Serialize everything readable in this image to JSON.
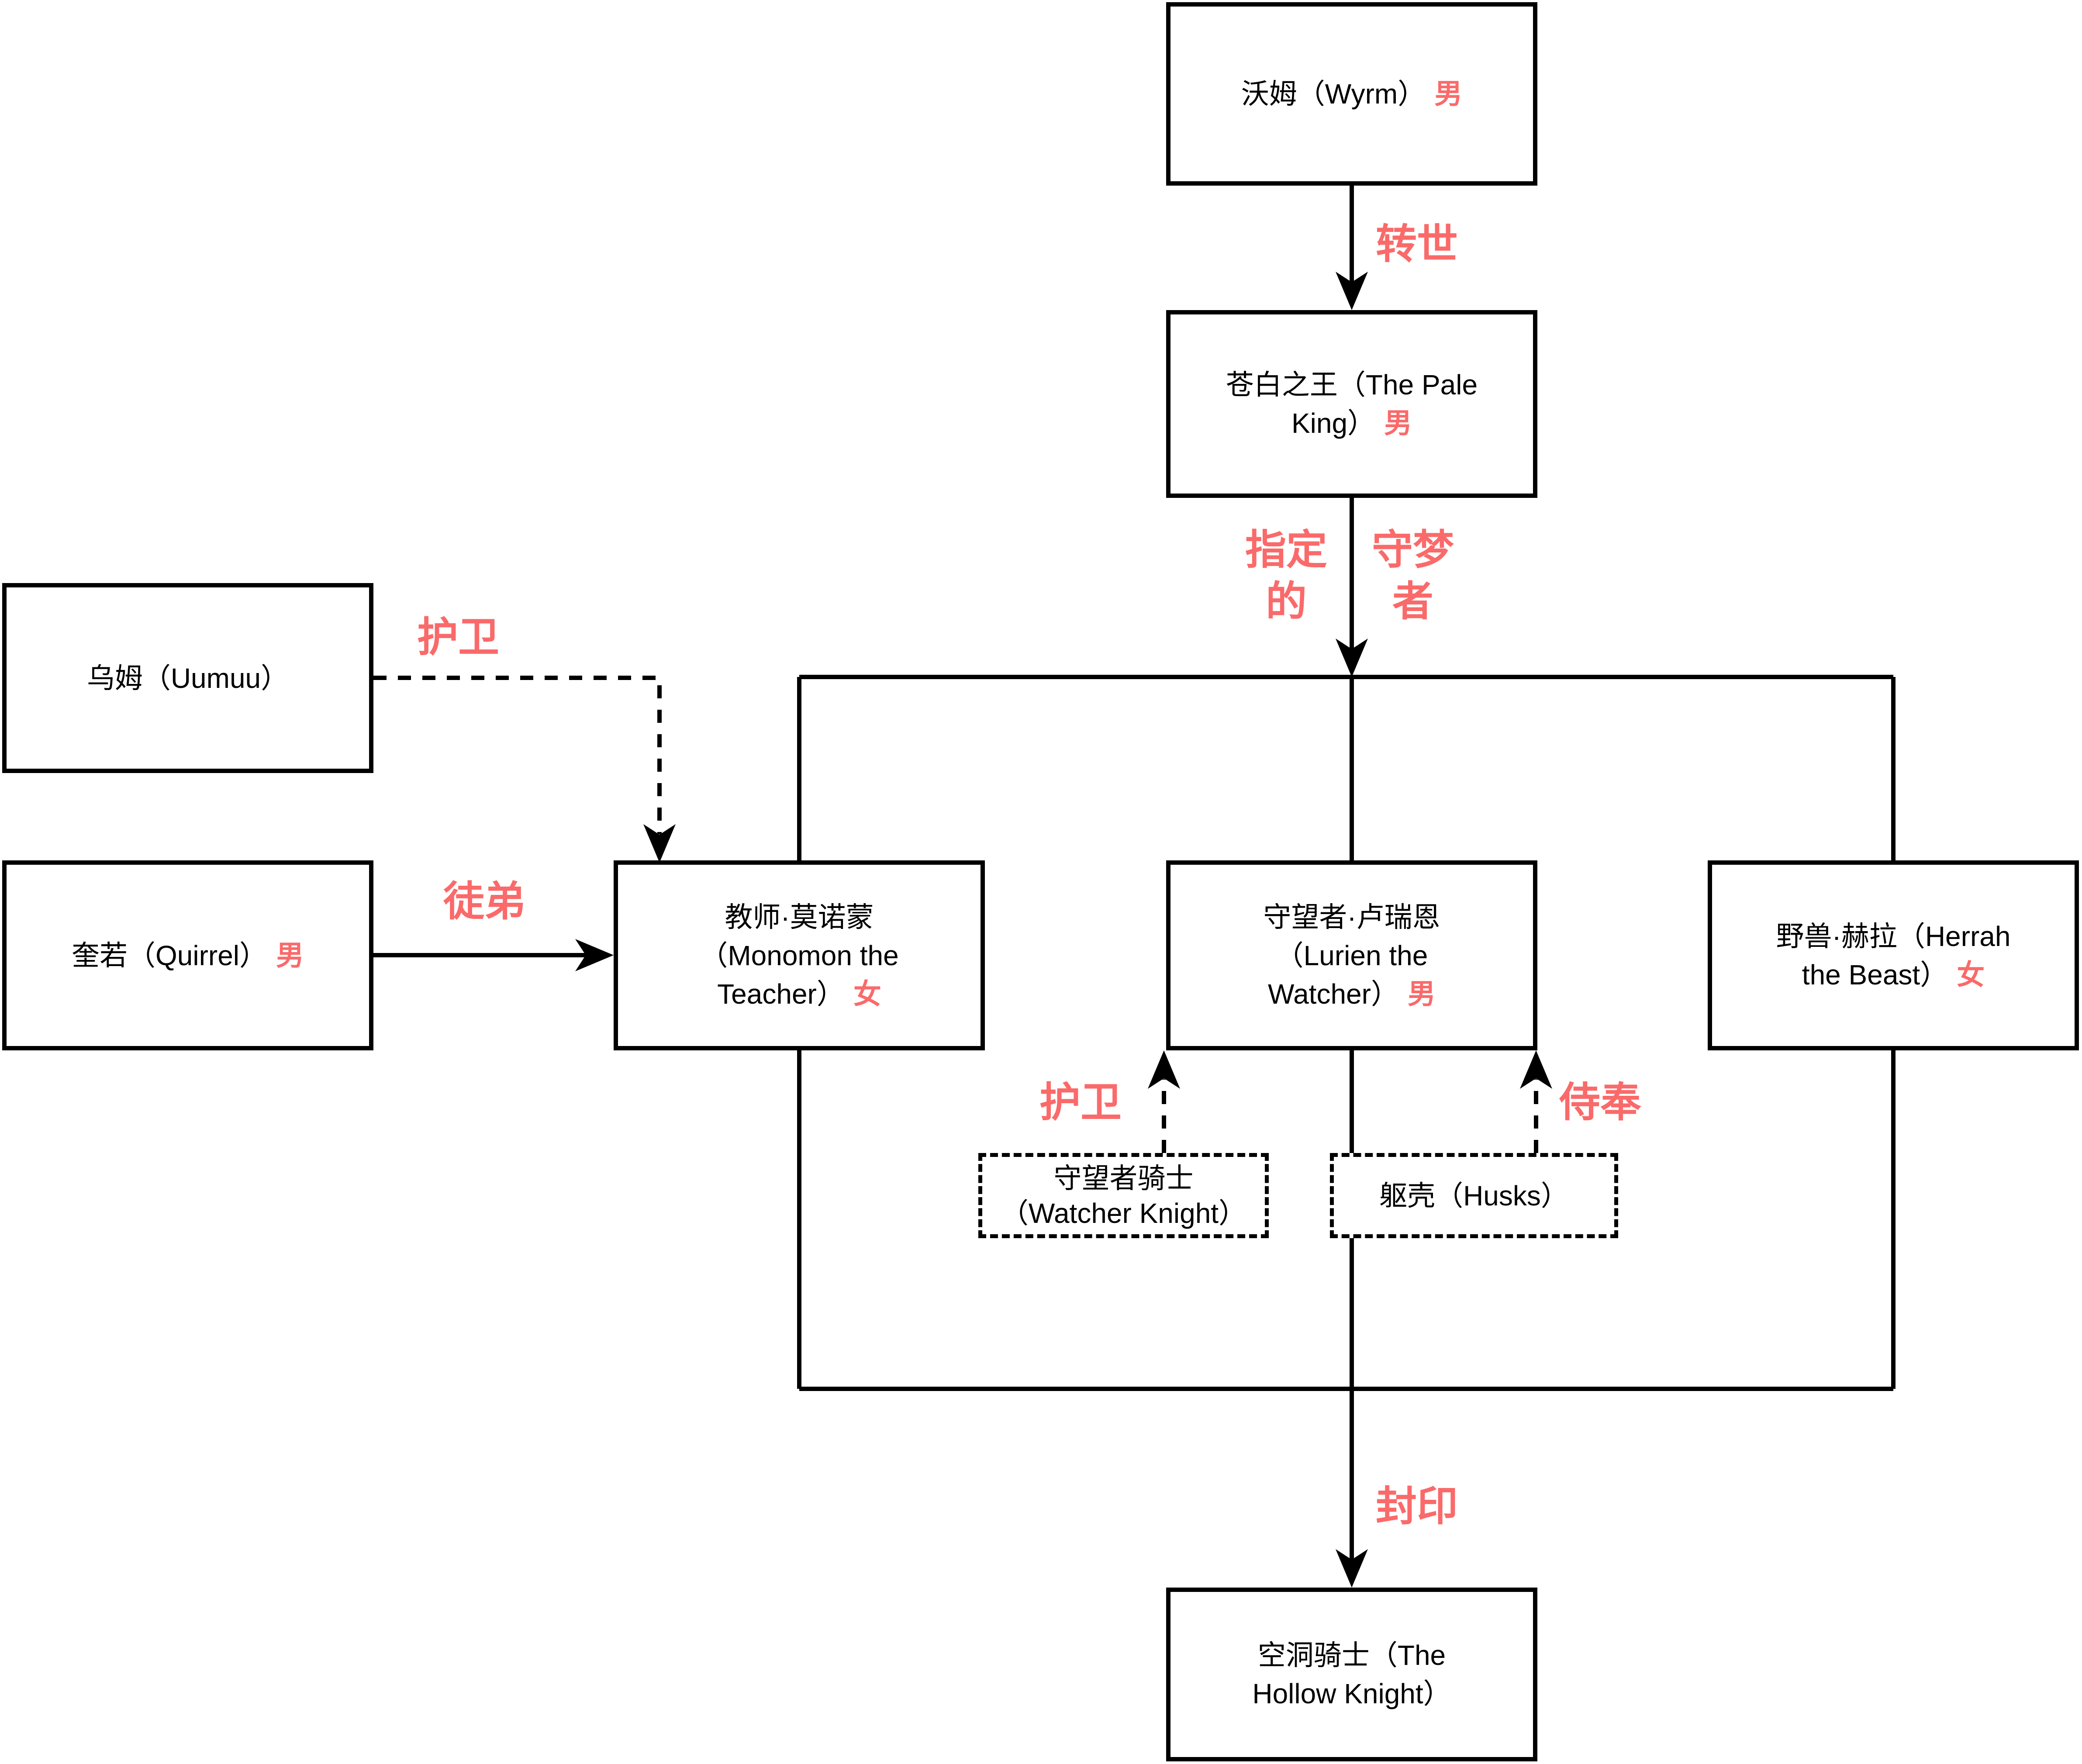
{
  "accent_color": "#fa6a6a",
  "line_color": "#000000",
  "background_color": "#ffffff",
  "nodes": {
    "wyrm": {
      "name": "沃姆（Wyrm）",
      "gender": "男"
    },
    "pale_king": {
      "name": "苍白之王（The Pale\nKing）",
      "gender": "男"
    },
    "uumuu": {
      "name": "乌姆（Uumuu）",
      "gender": ""
    },
    "quirrel": {
      "name": "奎若（Quirrel）",
      "gender": "男"
    },
    "monomon": {
      "name": "教师·莫诺蒙\n（Monomon the\nTeacher）",
      "gender": "女"
    },
    "lurien": {
      "name": "守望者·卢瑞恩\n（Lurien the\nWatcher）",
      "gender": "男"
    },
    "herrah": {
      "name": "野兽·赫拉（Herrah\nthe Beast）",
      "gender": "女"
    },
    "watcher_knight": {
      "name": "守望者骑士\n（Watcher Knight）",
      "gender": ""
    },
    "husks": {
      "name": "躯壳（Husks）",
      "gender": ""
    },
    "hollow_knight": {
      "name": "空洞骑士（The\nHollow Knight）",
      "gender": ""
    }
  },
  "edge_labels": {
    "reincarnation": "转世",
    "designated_left": "指定的",
    "designated_right": "守梦者",
    "guard_uumuu": "护卫",
    "apprentice": "徒弟",
    "guard_watcher_knight": "护卫",
    "serve": "侍奉",
    "seal": "封印"
  }
}
